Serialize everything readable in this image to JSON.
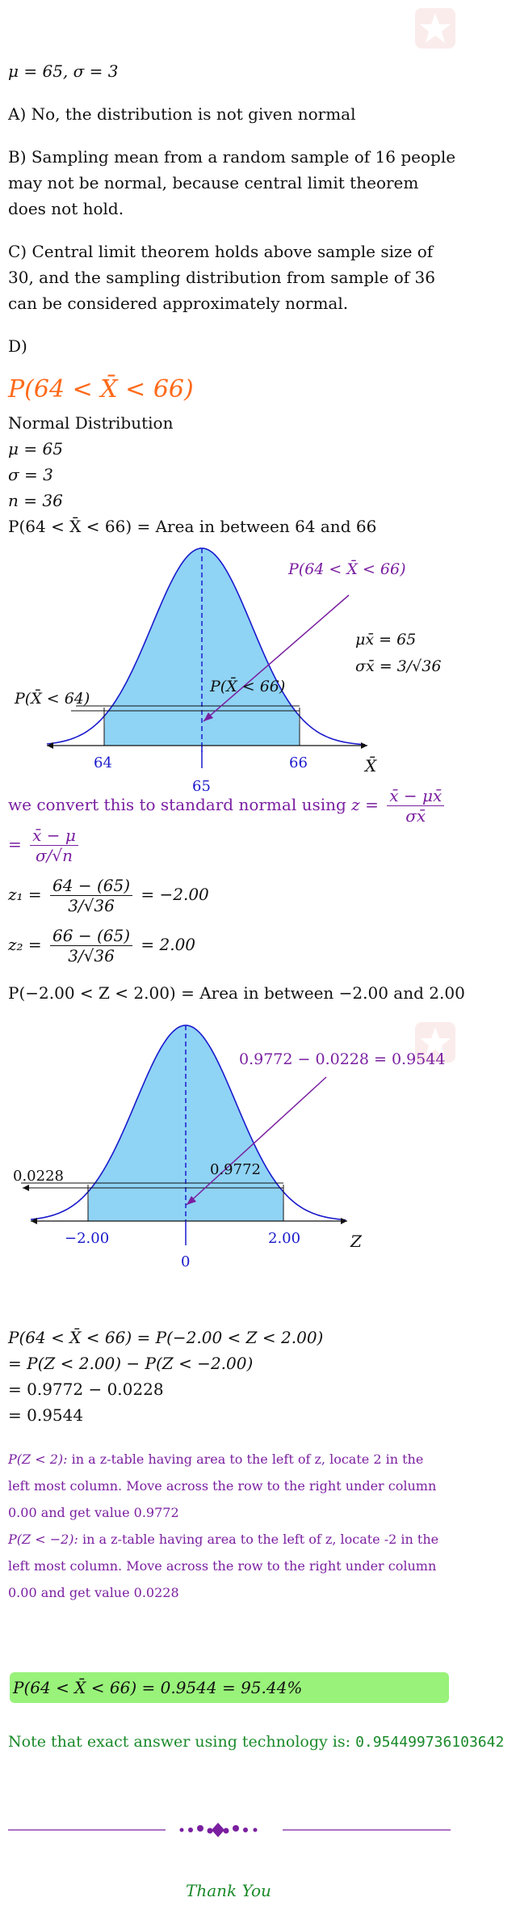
{
  "given": {
    "params": "μ = 65, σ = 3"
  },
  "answers": {
    "a": "A) No, the distribution is not given normal",
    "b": "B) Sampling mean from a random sample of 16 people may not be normal, because central limit theorem does not hold.",
    "c": "C) Central limit theorem holds above sample size of 30, and the sampling distribution from sample of 36 can be considered approximately normal.",
    "d": "D)"
  },
  "part_d": {
    "prob_heading": "P(64 < X̄ < 66)",
    "dist_label": "Normal Distribution",
    "mu_line": "μ = 65",
    "sigma_line": "σ = 3",
    "n_line": "n = 36",
    "area_line": "P(64 < X̄ < 66) = Area in between 64 and 66"
  },
  "graph1": {
    "top_label": "P(64 < X̄ < 66)",
    "mu_label": "μx̄ = 65",
    "sigma_label": "σx̄ = 3/√36",
    "left_label": "P(X̄ < 64)",
    "mid_label": "P(X̄ < 66)",
    "tick_left": "64",
    "tick_center": "65",
    "tick_right": "66",
    "axis_label": "X̄"
  },
  "convert": {
    "text": "we convert this to standard normal using",
    "z_lhs": "z =",
    "f1_num": "x̄ − μx̄",
    "f1_den": "σx̄",
    "eq": "=",
    "f2_num": "x̄ − μ",
    "f2_den": "σ/√n"
  },
  "z_calc": {
    "z1_lhs": "z₁ =",
    "z1_num": "64 − (65)",
    "z1_den": "3/√36",
    "z1_res": "= −2.00",
    "z2_lhs": "z₂ =",
    "z2_num": "66 − (65)",
    "z2_den": "3/√36",
    "z2_res": "= 2.00"
  },
  "z_area_line": "P(−2.00 < Z < 2.00) = Area in between −2.00 and 2.00",
  "graph2": {
    "top_label": "0.9772 − 0.0228 = 0.9544",
    "left_label": "0.0228",
    "mid_label": "0.9772",
    "tick_left": "−2.00",
    "tick_center": "0",
    "tick_right": "2.00",
    "axis_label": "Z"
  },
  "steps": {
    "s1": "P(64 < X̄ < 66) = P(−2.00 < Z < 2.00)",
    "s2": "= P(Z < 2.00) − P(Z < −2.00)",
    "s3": "= 0.9772 − 0.0228",
    "s4": "= 0.9544"
  },
  "notes": {
    "n1_prefix": "P(Z < 2):",
    "n1_line1": "in a z-table having area to the left of z, locate 2 in the",
    "n1_line2": "left most column. Move across the row to the right under column",
    "n1_line3": "0.00 and get value 0.9772",
    "n2_prefix": "P(Z < −2):",
    "n2_line1": "in a z-table having area to the left of z, locate -2 in the",
    "n2_line2": "left most column. Move across the row to the right under column",
    "n2_line3": "0.00 and get value 0.0228"
  },
  "result": "P(64 < X̄ < 66) = 0.9544 = 95.44%",
  "exact": {
    "text": "Note that exact answer using technology is:",
    "value": "0.954499736103642"
  },
  "footer": {
    "thanks": "Thank You"
  },
  "colors": {
    "curve": "#1a1acc",
    "fill": "#8fd3f5",
    "purple": "#7a1fa0",
    "orange": "#ff6a1a",
    "green": "#1a8a2a",
    "result_bg": "#99f27a"
  }
}
